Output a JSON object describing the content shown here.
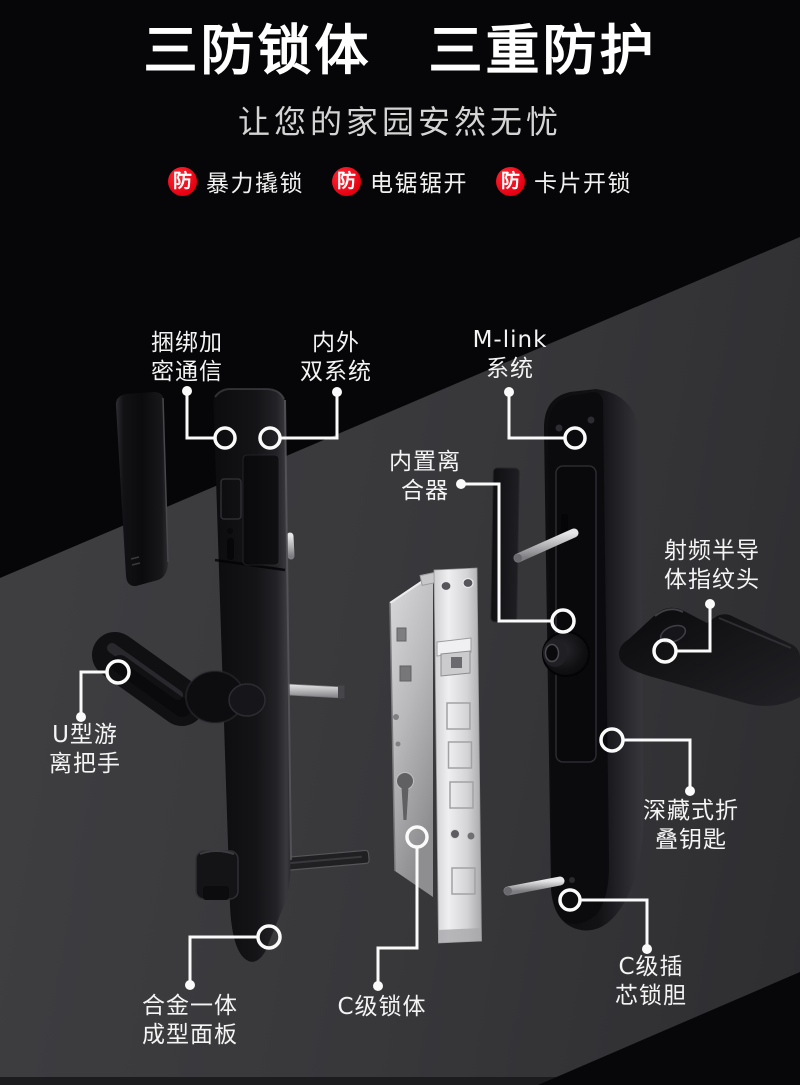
{
  "header": {
    "title": "三防锁体　三重防护",
    "subtitle": "让您的家园安然无忧",
    "badges": [
      {
        "icon": "防",
        "label": "暴力撬锁"
      },
      {
        "icon": "防",
        "label": "电锯锯开"
      },
      {
        "icon": "防",
        "label": "卡片开锁"
      }
    ]
  },
  "diagram": {
    "callouts": [
      {
        "id": "bind-encrypt",
        "line1": "捆绑加",
        "line2": "密通信"
      },
      {
        "id": "dual-system",
        "line1": "内外",
        "line2": "双系统"
      },
      {
        "id": "mlink",
        "line1": "M-link",
        "line2": "系统"
      },
      {
        "id": "clutch",
        "line1": "内置离",
        "line2": "合器"
      },
      {
        "id": "fingerprint",
        "line1": "射频半导",
        "line2": "体指纹头"
      },
      {
        "id": "u-handle",
        "line1": "U型游",
        "line2": "离把手"
      },
      {
        "id": "hidden-key",
        "line1": "深藏式折",
        "line2": "叠钥匙"
      },
      {
        "id": "alloy-panel",
        "line1": "合金一体",
        "line2": "成型面板"
      },
      {
        "id": "lock-body",
        "line1": "C级锁体",
        "line2": ""
      },
      {
        "id": "cylinder",
        "line1": "C级插",
        "line2": "芯锁胆"
      }
    ]
  },
  "colors": {
    "accent_red": "#e60012",
    "bg_black": "#060608",
    "bg_gray": "#38383b",
    "text_white": "#f4f4f4",
    "callout_line": "#fafafa"
  }
}
